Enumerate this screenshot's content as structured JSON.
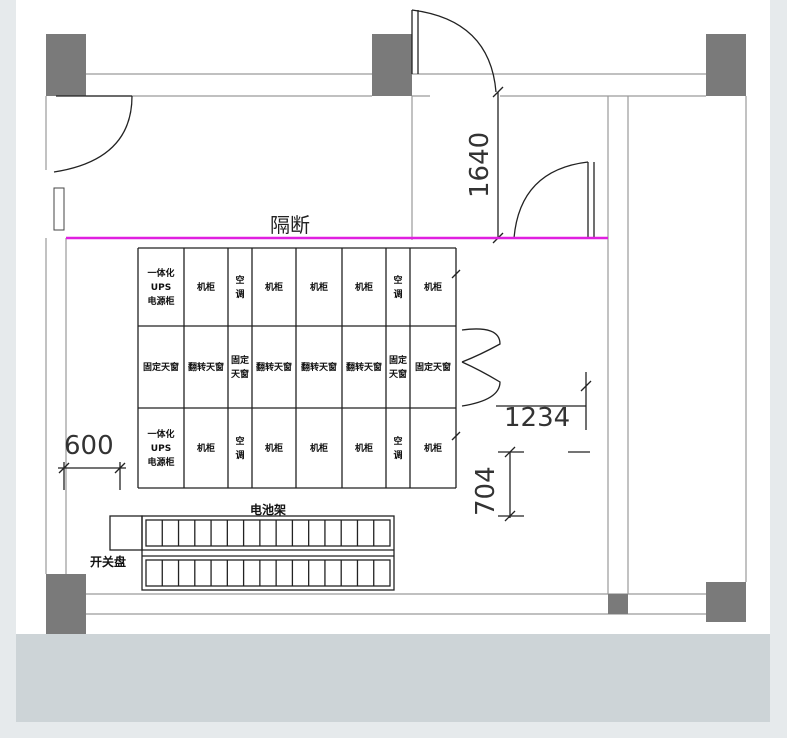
{
  "colors": {
    "frame": "#e6eaec",
    "drawing_bg": "#ffffff",
    "footer": "#cdd4d7",
    "pillar": "#7a7a7a",
    "partition": "#e020e0",
    "wall": "#9a9a9a",
    "ink": "#222222"
  },
  "labels": {
    "partition": "隔断",
    "cable_tray": "电池架",
    "switch_board": "开关盘"
  },
  "dimensions": {
    "d1640": "1640",
    "d1234": "1234",
    "d704": "704",
    "d600": "600"
  },
  "rack_grid": {
    "rows": [
      [
        "一体化|UPS|电源柜",
        "机柜",
        "空|调",
        "机柜",
        "机柜",
        "机柜",
        "空|调",
        "机柜"
      ],
      [
        "固定天窗",
        "翻转天窗",
        "固定|天窗",
        "翻转天窗",
        "翻转天窗",
        "翻转天窗",
        "固定|天窗",
        "固定天窗"
      ],
      [
        "一体化|UPS|电源柜",
        "机柜",
        "空|调",
        "机柜",
        "机柜",
        "机柜",
        "空|调",
        "机柜"
      ]
    ]
  },
  "battery_rows": {
    "cells_per_row": 15
  }
}
